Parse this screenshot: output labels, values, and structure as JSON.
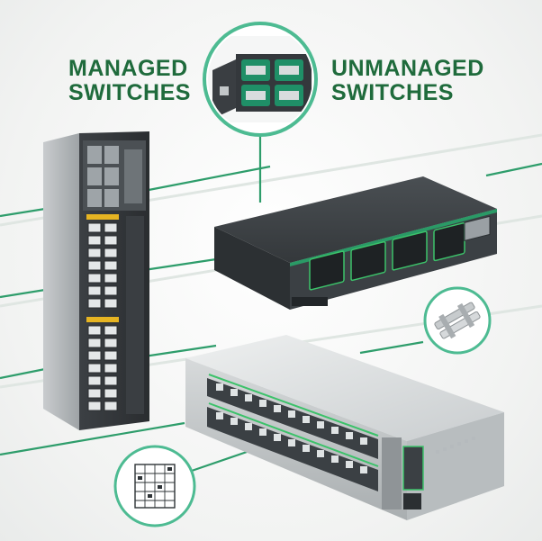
{
  "headings": {
    "managed_line1": "MANAGED",
    "managed_line2": "SWITCHES",
    "unmanaged_line1": "UNMANAGED",
    "unmanaged_line2": "SWITCHES"
  },
  "colors": {
    "accent_green": "#2a9a66",
    "heading_green": "#1f6b3c",
    "callout_teal": "#4dbb92",
    "port_green": "#3cc26a"
  },
  "icons": {
    "top_callout": "sfp-module-icon",
    "right_callout": "connector-clip-icon",
    "bottom_callout": "patch-panel-diagram-icon"
  }
}
